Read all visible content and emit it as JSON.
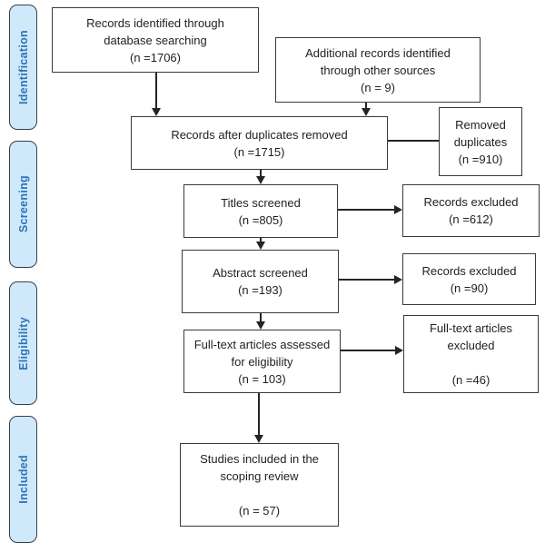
{
  "diagram": {
    "type": "prisma-flowchart",
    "colors": {
      "stage_fill": "#cfe9fb",
      "stage_text": "#2e74b5",
      "stage_border": "#33404d",
      "box_border": "#3a3a3a",
      "box_fill": "#ffffff",
      "arrow": "#242424",
      "box_text": "#1f1f1f"
    },
    "sidebar": {
      "stages": [
        {
          "label": "Identification"
        },
        {
          "label": "Screening"
        },
        {
          "label": "Eligibility"
        },
        {
          "label": "Included"
        }
      ]
    },
    "flow": {
      "records_identified": {
        "lines": [
          "Records identified through",
          "database searching",
          "(n =1706)"
        ]
      },
      "additional_records": {
        "lines": [
          "Additional records identified",
          "through other sources",
          "(n = 9)"
        ]
      },
      "after_duplicates": {
        "lines": [
          "Records after duplicates removed",
          "(n =1715)"
        ]
      },
      "removed_duplicates": {
        "lines": [
          "Removed",
          "duplicates",
          "(n =910)"
        ]
      },
      "titles_screened": {
        "lines": [
          "Titles screened",
          "(n =805)"
        ]
      },
      "records_excluded_titles": {
        "lines": [
          "Records excluded",
          "(n =612)"
        ]
      },
      "abstract_screened": {
        "lines": [
          "Abstract screened",
          "(n =193)"
        ]
      },
      "records_excluded_abstract": {
        "lines": [
          "Records excluded",
          "(n =90)"
        ]
      },
      "fulltext_assessed": {
        "lines": [
          "Full-text articles assessed",
          "for eligibility",
          "(n = 103)"
        ]
      },
      "fulltext_excluded": {
        "lines": [
          "Full-text articles",
          "excluded",
          "",
          "(n =46)"
        ]
      },
      "studies_included": {
        "lines": [
          "Studies included in the",
          "scoping review",
          "",
          "(n = 57)"
        ]
      }
    }
  }
}
